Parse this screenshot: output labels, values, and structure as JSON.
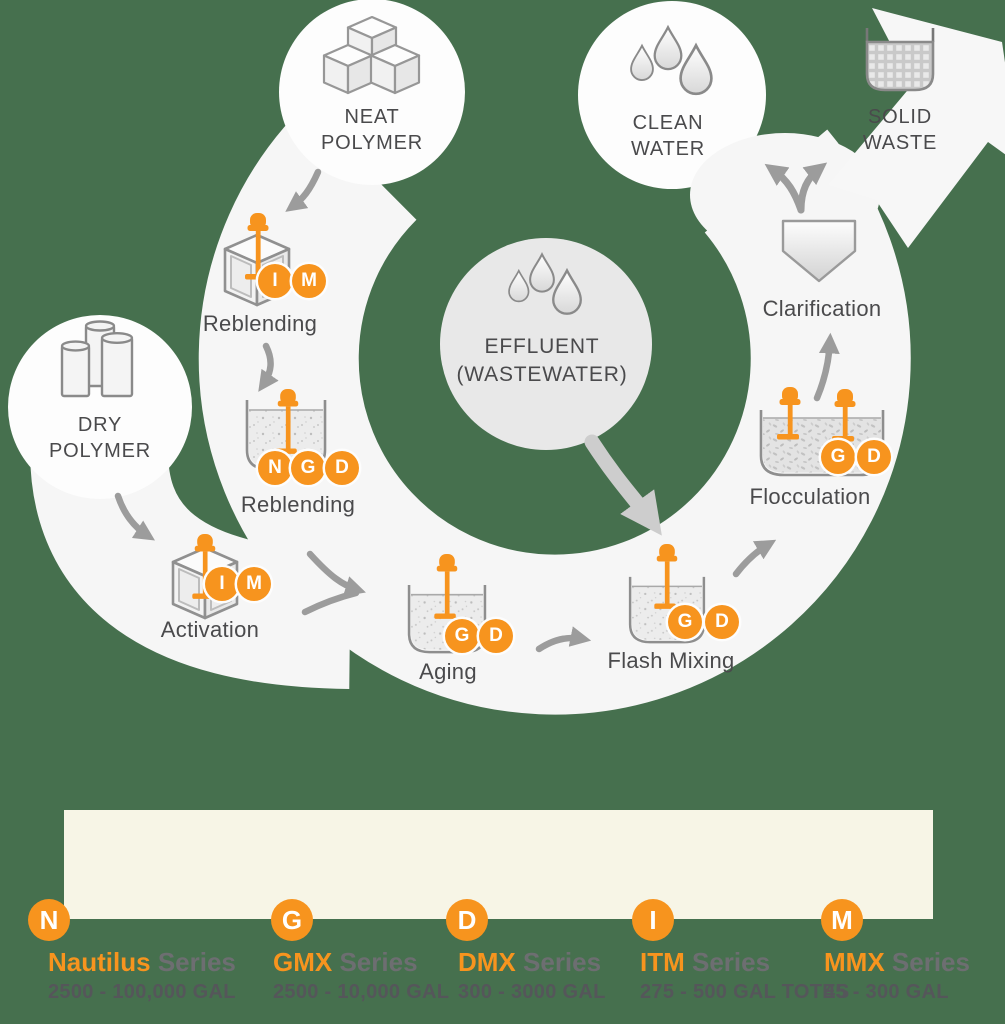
{
  "colors": {
    "background": "#46704E",
    "ring": "#F6F6F6",
    "accent_orange": "#F7941E",
    "cream_band": "#F7F5E6",
    "label_text": "#4A4A4C",
    "series_gray": "#6D6E71",
    "range_gray": "#55565A",
    "arrow_gray": "#9C9C9C",
    "effluent_circle": "#E8E8E8"
  },
  "icons": {
    "neat_polymer": "polymer-cubes-icon",
    "dry_polymer": "polymer-drums-icon",
    "effluent": "water-drops-icon",
    "clean_water": "water-drops-icon",
    "solid_waste": "waste-basket-icon",
    "mixer": "mixer-impeller-icon",
    "clarifier": "clarifier-icon"
  },
  "nodes": {
    "neat_polymer": {
      "line1": "NEAT",
      "line2": "POLYMER"
    },
    "dry_polymer": {
      "line1": "DRY",
      "line2": "POLYMER"
    },
    "effluent": {
      "line1": "EFFLUENT",
      "line2": "(WASTEWATER)"
    },
    "clean_water": {
      "line1": "CLEAN",
      "line2": "WATER"
    },
    "solid_waste": {
      "line1": "SOLID",
      "line2": "WASTE"
    }
  },
  "stages": [
    {
      "label": "Reblending",
      "vessel": "tote-cube",
      "badges": [
        "I",
        "M"
      ]
    },
    {
      "label": "Reblending",
      "vessel": "mixing-tank",
      "badges": [
        "N",
        "G",
        "D"
      ]
    },
    {
      "label": "Activation",
      "vessel": "tote-cube",
      "badges": [
        "I",
        "M"
      ]
    },
    {
      "label": "Aging",
      "vessel": "mixing-tank",
      "badges": [
        "G",
        "D"
      ]
    },
    {
      "label": "Flash Mixing",
      "vessel": "mixing-tank",
      "badges": [
        "G",
        "D"
      ]
    },
    {
      "label": "Flocculation",
      "vessel": "flocculation-tank",
      "badges": [
        "G",
        "D"
      ]
    },
    {
      "label": "Clarification",
      "vessel": "clarifier",
      "badges": []
    }
  ],
  "legend": {
    "items": [
      {
        "badge": "N",
        "name": "Nautilus",
        "series": "Series",
        "range": "2500 - 100,000 GAL"
      },
      {
        "badge": "G",
        "name": "GMX",
        "series": "Series",
        "range": "2500 - 10,000 GAL"
      },
      {
        "badge": "D",
        "name": "DMX",
        "series": "Series",
        "range": "300 - 3000 GAL"
      },
      {
        "badge": "I",
        "name": "ITM",
        "series": "Series",
        "range": "275 - 500 GAL TOTES"
      },
      {
        "badge": "M",
        "name": "MMX",
        "series": "Series",
        "range": "45 - 300 GAL"
      }
    ]
  }
}
